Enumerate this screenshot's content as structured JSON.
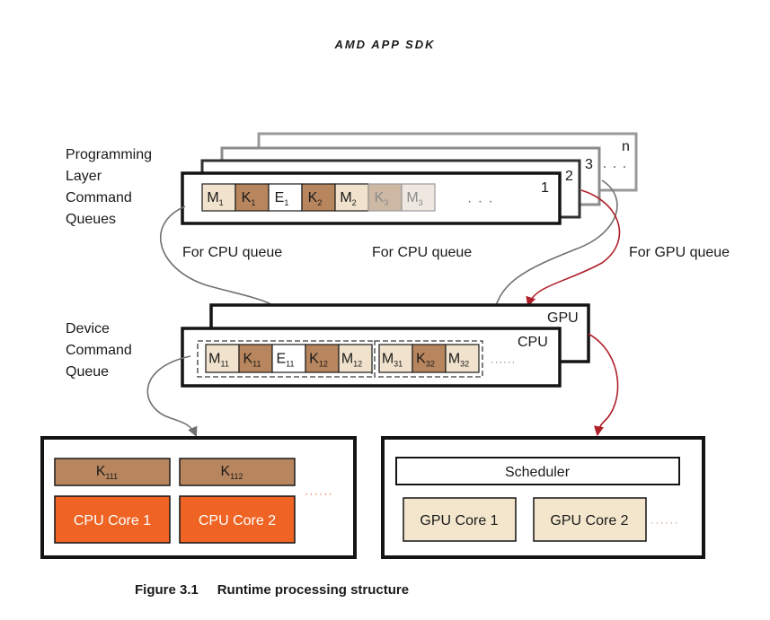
{
  "header": "AMD APP SDK",
  "labels": {
    "programming_layer_line1": "Programming",
    "programming_layer_line2": "Layer",
    "programming_layer_line3": "Command",
    "programming_layer_line4": "Queues",
    "device_queue_line1": "Device",
    "device_queue_line2": "Command",
    "device_queue_line3": "Queue",
    "for_cpu_queue_1": "For CPU queue",
    "for_cpu_queue_2": "For CPU queue",
    "for_gpu_queue": "For GPU queue",
    "gpu": "GPU",
    "cpu": "CPU",
    "scheduler": "Scheduler",
    "cpu_core_1": "CPU Core 1",
    "cpu_core_2": "CPU Core 2",
    "gpu_core_1": "GPU Core 1",
    "gpu_core_2": "GPU Core 2",
    "queue_num_1": "1",
    "queue_num_2": "2",
    "queue_num_3": "3",
    "queue_num_n": "n",
    "ellipsis_top": "· · ·",
    "ellipsis_device": "· · · · · ·"
  },
  "programming_queue_cells": [
    {
      "base": "M",
      "sub": "1"
    },
    {
      "base": "K",
      "sub": "1"
    },
    {
      "base": "E",
      "sub": "1"
    },
    {
      "base": "K",
      "sub": "2"
    },
    {
      "base": "M",
      "sub": "2"
    },
    {
      "base": "K",
      "sub": "3"
    },
    {
      "base": "M",
      "sub": "3"
    }
  ],
  "device_queue_cells": [
    {
      "base": "M",
      "sub": "11"
    },
    {
      "base": "K",
      "sub": "11"
    },
    {
      "base": "E",
      "sub": "11"
    },
    {
      "base": "K",
      "sub": "12"
    },
    {
      "base": "M",
      "sub": "12"
    },
    {
      "base": "M",
      "sub": "31"
    },
    {
      "base": "K",
      "sub": "32"
    },
    {
      "base": "M",
      "sub": "32"
    }
  ],
  "cpu_kernels": [
    {
      "base": "K",
      "sub": "111"
    },
    {
      "base": "K",
      "sub": "112"
    }
  ],
  "caption": {
    "number": "Figure 3.1",
    "title": "Runtime processing structure"
  },
  "colors": {
    "m_fill": "#f0e2cc",
    "k_fill": "#b8865e",
    "e_fill": "#ffffff",
    "k_faded": "#cdb8a4",
    "m_faded": "#eee8e0",
    "cpu_core": "#ef6424",
    "gpu_core": "#f3e6cc",
    "gray_arrow": "#707070",
    "red_arrow": "#b0202a",
    "dots_orange": "#e8622a",
    "dots_tan": "#c09a72"
  }
}
